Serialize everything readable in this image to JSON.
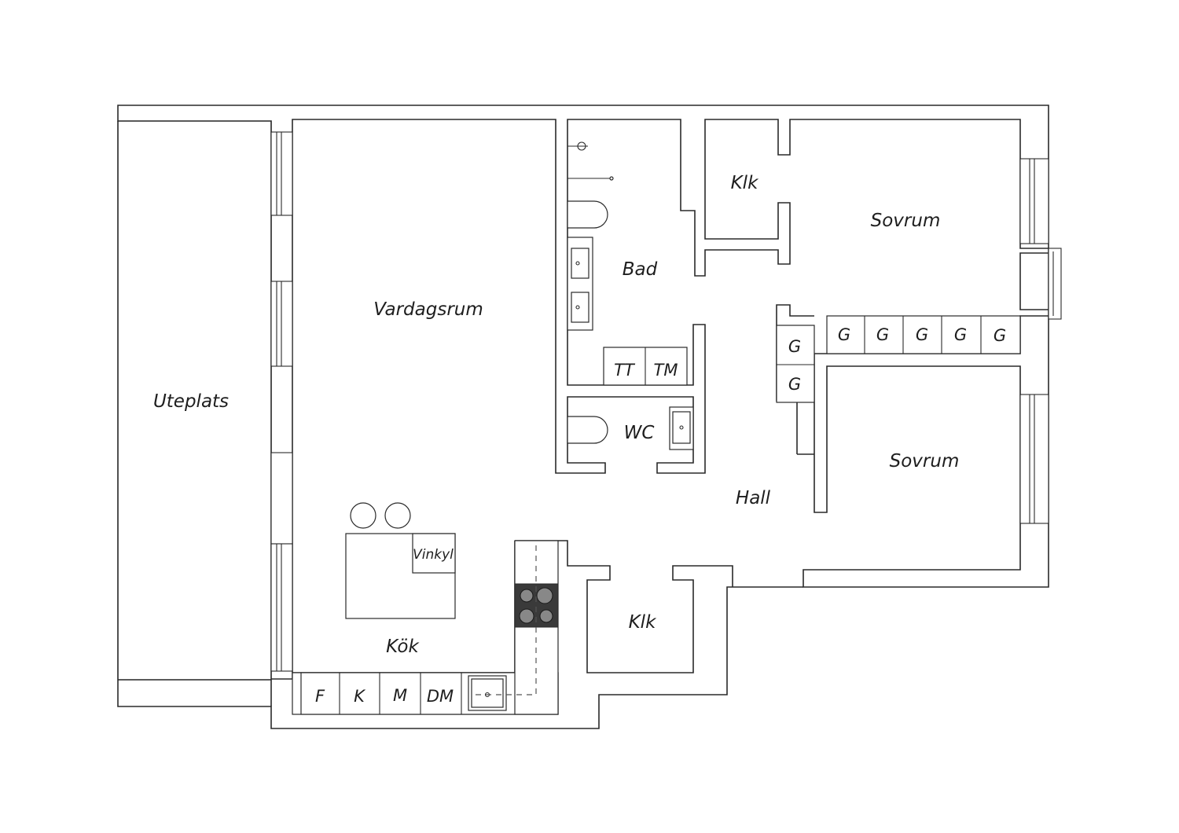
{
  "rooms": {
    "uteplats": "Uteplats",
    "vardagsrum": "Vardagsrum",
    "kok": "Kök",
    "bad": "Bad",
    "wc": "WC",
    "hall": "Hall",
    "klk_top": "Klk",
    "klk_bottom": "Klk",
    "sovrum_top": "Sovrum",
    "sovrum_bottom": "Sovrum"
  },
  "fixtures": {
    "vinkyl": "Vinkyl",
    "tt": "TT",
    "tm": "TM",
    "kitchen_units": [
      "F",
      "K",
      "M",
      "DM"
    ],
    "wardrobes_row": [
      "G",
      "G",
      "G",
      "G",
      "G"
    ],
    "wardrobes_column": [
      "G",
      "G"
    ]
  },
  "colors": {
    "wall": "#2a2a2a",
    "hob": "#3a3a3a",
    "background": "#ffffff"
  }
}
